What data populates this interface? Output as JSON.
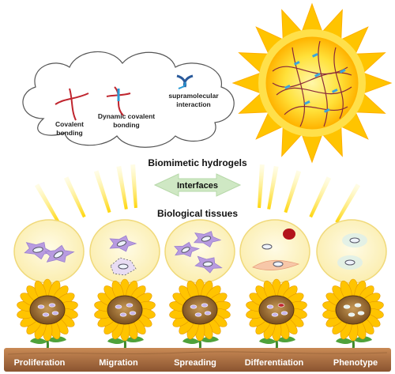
{
  "legend": {
    "covalent": "Covalent bonding",
    "dynamic": "Dynamic covalent bonding",
    "supramolecular": "supramolecular interaction"
  },
  "center": {
    "top": "Biomimetic hydrogels",
    "middle": "Interfaces",
    "bottom": "Biological tissues"
  },
  "stages": [
    "Proliferation",
    "Migration",
    "Spreading",
    "Differentiation",
    "Phenotype"
  ],
  "colors": {
    "sun": "#ffd21a",
    "ray": "#ffe34d",
    "cell": "#b89be0",
    "arrow": "#cfe8c4",
    "soil": "#b9794a",
    "stage_text": "#ffffff",
    "red_bond": "#c0262f",
    "blue_bond": "#2a9bd6"
  }
}
